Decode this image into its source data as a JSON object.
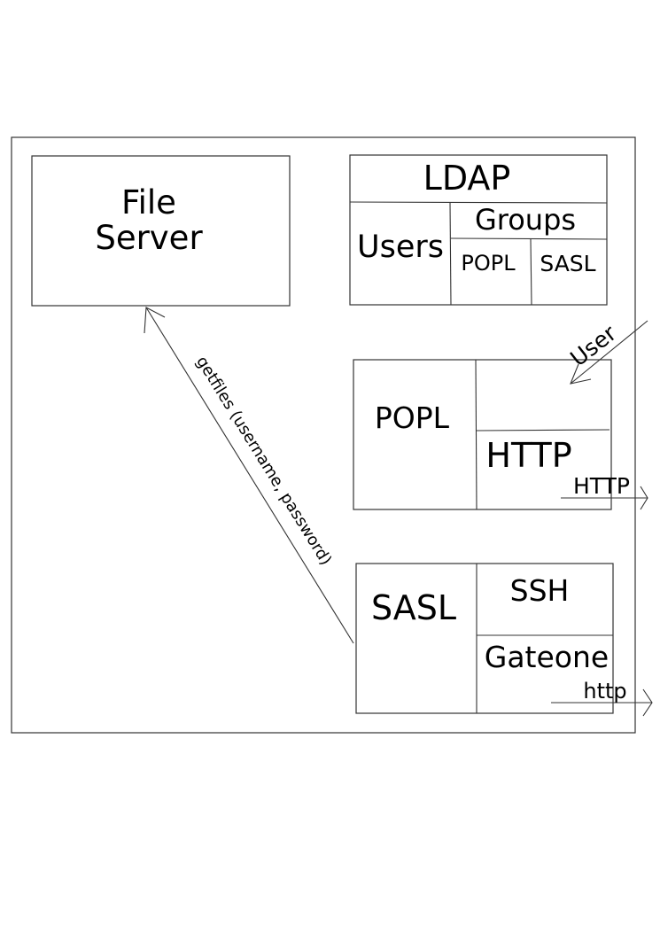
{
  "file_server": {
    "line1": "File",
    "line2": "Server"
  },
  "ldap": {
    "title": "LDAP",
    "users": "Users",
    "groups": "Groups",
    "group_popl": "POPL",
    "group_sasl": "SASL"
  },
  "popl": {
    "title": "POPL",
    "http": "HTTP"
  },
  "sasl": {
    "title": "SASL",
    "ssh": "SSH",
    "gateone": "Gateone"
  },
  "arrows": {
    "getfiles": "getfiles (username, password)",
    "user": "User",
    "http_out": "HTTP",
    "http_lower_out": "http"
  }
}
